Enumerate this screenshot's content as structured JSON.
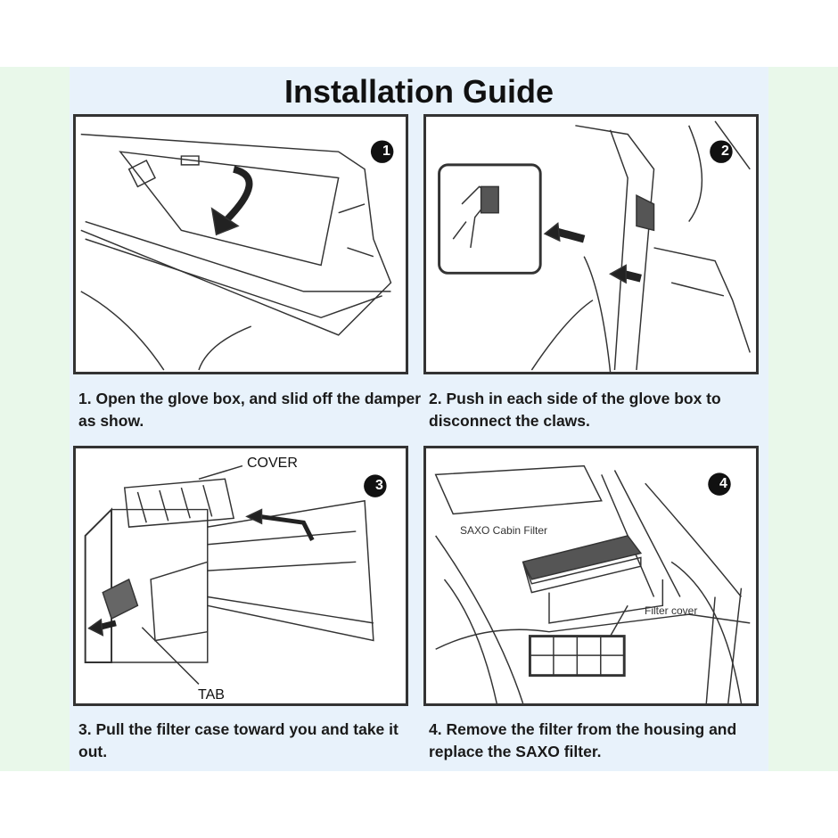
{
  "title": "Installation Guide",
  "steps": [
    {
      "number": "1",
      "caption": "1. Open the glove box, and slid off the damper as show."
    },
    {
      "number": "2",
      "caption": "2. Push in each side of the glove box to disconnect the claws."
    },
    {
      "number": "3",
      "caption": "3. Pull the filter case toward you and take it out.",
      "labels": {
        "cover": "COVER",
        "tab": "TAB"
      }
    },
    {
      "number": "4",
      "caption": "4. Remove the filter from the housing and replace the SAXO filter.",
      "labels": {
        "cabin_filter": "SAXO Cabin Filter",
        "filter_cover": "Filter cover"
      }
    }
  ]
}
